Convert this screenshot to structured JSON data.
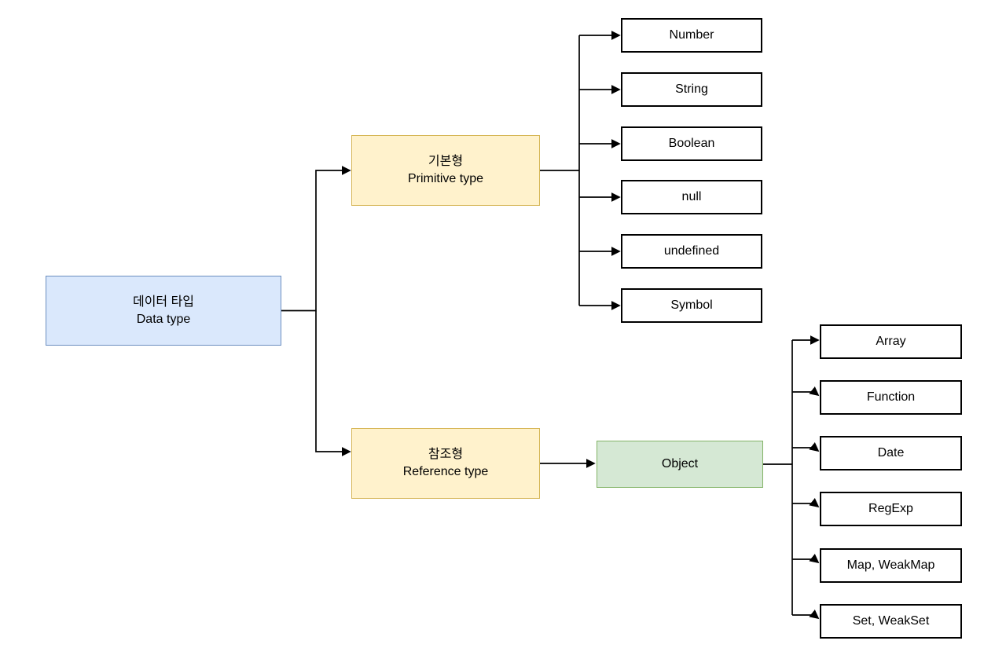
{
  "nodes": {
    "data_type": {
      "ko": "데이터 타입",
      "en": "Data type"
    },
    "primitive": {
      "ko": "기본형",
      "en": "Primitive type"
    },
    "reference": {
      "ko": "참조형",
      "en": "Reference type"
    },
    "object": {
      "label": "Object"
    },
    "primitive_children": [
      "Number",
      "String",
      "Boolean",
      "null",
      "undefined",
      "Symbol"
    ],
    "reference_children": [
      "Array",
      "Function",
      "Date",
      "RegExp",
      "Map, WeakMap",
      "Set, WeakSet"
    ]
  },
  "colors": {
    "root_fill": "#dae8fc",
    "root_border": "#6c8ebf",
    "category_fill": "#fff2cc",
    "category_border": "#d6b656",
    "object_fill": "#d5e8d4",
    "object_border": "#82b366",
    "leaf_fill": "#ffffff",
    "leaf_border": "#000000",
    "edge": "#000000"
  }
}
